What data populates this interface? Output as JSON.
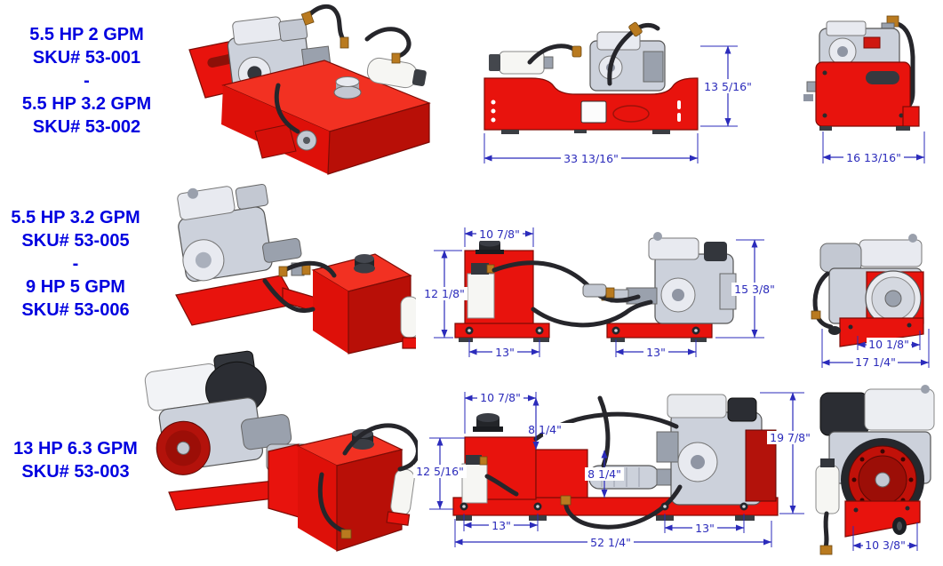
{
  "colors": {
    "label_text": "#0000e0",
    "dimension_blue": "#2b2bbb",
    "machine_red": "#e8130d",
    "engine_gray": "#ccd1db"
  },
  "products": [
    {
      "label_lines": [
        "5.5 HP 2 GPM",
        "SKU# 53-001",
        "-",
        "5.5 HP 3.2 GPM",
        "SKU# 53-002"
      ],
      "dimensions": {
        "side_height": "13 5/16\"",
        "side_length": "33 13/16\"",
        "end_width": "16 13/16\""
      }
    },
    {
      "label_lines": [
        "5.5 HP 3.2 GPM",
        "SKU# 53-005",
        "-",
        "9 HP 5 GPM",
        "SKU# 53-006"
      ],
      "dimensions": {
        "tank_top_width": "10 7/8\"",
        "tank_height": "12 1/8\"",
        "tank_base_length": "13\"",
        "engine_base_length": "13\"",
        "overall_height": "15 3/8\"",
        "end_inner_width": "10 1/8\"",
        "end_overall_width": "17 1/4\""
      }
    },
    {
      "label_lines": [
        "13 HP 6.3 GPM",
        "SKU# 53-003"
      ],
      "dimensions": {
        "tank_top_width": "10 7/8\"",
        "upper_offset_height": "8 1/4\"",
        "lower_offset_height": "8 1/4\"",
        "tank_height": "12 5/16\"",
        "tank_base_length": "13\"",
        "engine_base_length": "13\"",
        "overall_length": "52 1/4\"",
        "overall_height": "19 7/8\"",
        "end_width": "10 3/8\""
      }
    }
  ]
}
